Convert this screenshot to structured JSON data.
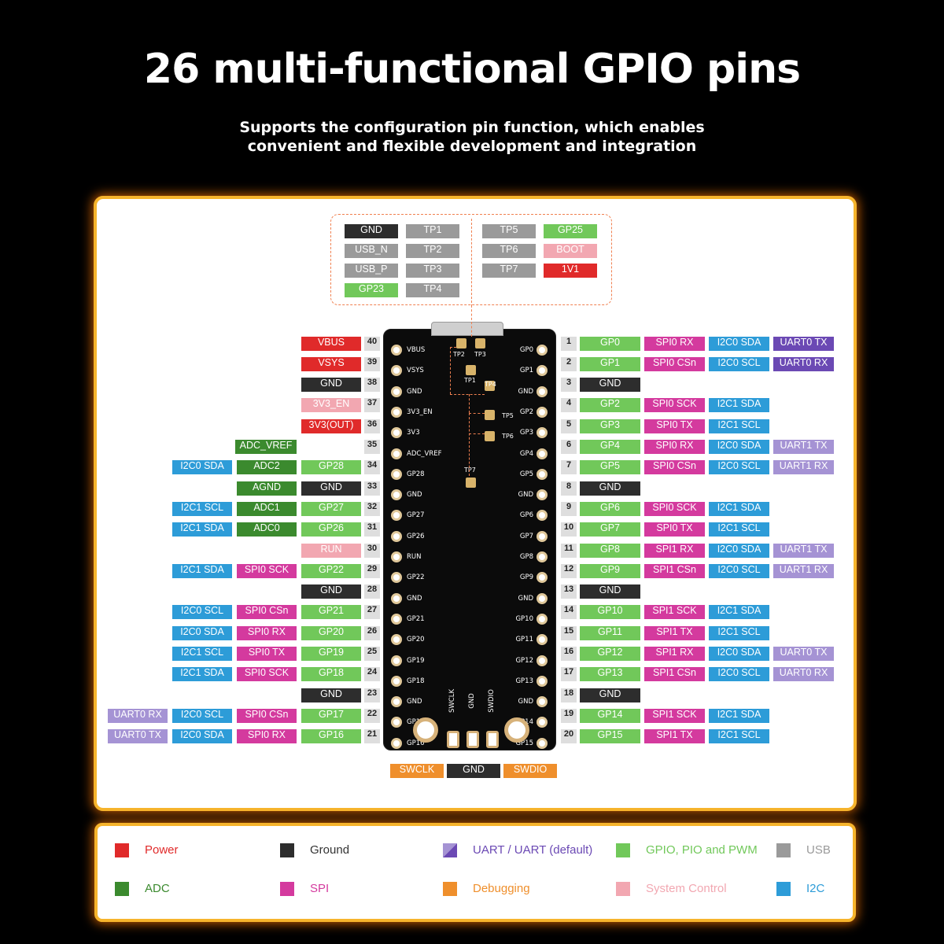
{
  "header": {
    "title": "26 multi-functional GPIO pins",
    "subtitle": "Supports the configuration pin function, which enables convenient and flexible development and integration"
  },
  "colors": {
    "power": "#e02a2a",
    "ground": "#2d2d2d",
    "uart": "#6b49b4",
    "uart_default": "#a593d4",
    "gpio": "#71c85a",
    "usb": "#9a9a9a",
    "adc": "#3b8a2e",
    "spi": "#d43a9e",
    "debug": "#ef8f2c",
    "sysctl": "#f2a7b1",
    "i2c": "#2d9cd8",
    "testpoint": "#9a9a9a"
  },
  "board": {
    "top_pads": [
      "TP2",
      "TP3",
      "TP1",
      "TP4",
      "TP5",
      "TP6",
      "TP7"
    ],
    "bottom_silk": [
      "SWCLK",
      "GND",
      "SWDIO"
    ]
  },
  "top_box": {
    "left": [
      {
        "text": "GND",
        "t": "ground"
      },
      {
        "text": "TP1",
        "t": "testpoint"
      },
      {
        "text": "USB_N",
        "t": "usb"
      },
      {
        "text": "TP2",
        "t": "testpoint"
      },
      {
        "text": "USB_P",
        "t": "usb"
      },
      {
        "text": "TP3",
        "t": "testpoint"
      },
      {
        "text": "GP23",
        "t": "gpio"
      },
      {
        "text": "TP4",
        "t": "testpoint"
      }
    ],
    "right": [
      {
        "text": "TP5",
        "t": "testpoint"
      },
      {
        "text": "GP25",
        "t": "gpio"
      },
      {
        "text": "TP6",
        "t": "testpoint"
      },
      {
        "text": "BOOT",
        "t": "sysctl"
      },
      {
        "text": "TP7",
        "t": "testpoint"
      },
      {
        "text": "1V1",
        "t": "power"
      }
    ]
  },
  "left_pins": [
    {
      "num": "40",
      "silk": "VBUS",
      "labels": [
        {
          "text": "VBUS",
          "t": "power"
        }
      ]
    },
    {
      "num": "39",
      "silk": "VSYS",
      "labels": [
        {
          "text": "VSYS",
          "t": "power"
        }
      ]
    },
    {
      "num": "38",
      "silk": "GND",
      "labels": [
        {
          "text": "GND",
          "t": "ground"
        }
      ]
    },
    {
      "num": "37",
      "silk": "3V3_EN",
      "labels": [
        {
          "text": "3V3_EN",
          "t": "sysctl"
        }
      ]
    },
    {
      "num": "36",
      "silk": "3V3",
      "labels": [
        {
          "text": "3V3(OUT)",
          "t": "power"
        }
      ]
    },
    {
      "num": "35",
      "silk": "ADC_VREF",
      "labels": [
        {
          "text": "ADC_VREF",
          "t": "adc"
        }
      ]
    },
    {
      "num": "34",
      "silk": "GP28",
      "labels": [
        {
          "text": "GP28",
          "t": "gpio"
        },
        {
          "text": "ADC2",
          "t": "adc"
        },
        {
          "text": "I2C0 SDA",
          "t": "i2c"
        }
      ]
    },
    {
      "num": "33",
      "silk": "GND",
      "labels": [
        {
          "text": "GND",
          "t": "ground"
        },
        {
          "text": "AGND",
          "t": "adc"
        }
      ]
    },
    {
      "num": "32",
      "silk": "GP27",
      "labels": [
        {
          "text": "GP27",
          "t": "gpio"
        },
        {
          "text": "ADC1",
          "t": "adc"
        },
        {
          "text": "I2C1 SCL",
          "t": "i2c"
        }
      ]
    },
    {
      "num": "31",
      "silk": "GP26",
      "labels": [
        {
          "text": "GP26",
          "t": "gpio"
        },
        {
          "text": "ADC0",
          "t": "adc"
        },
        {
          "text": "I2C1 SDA",
          "t": "i2c"
        }
      ]
    },
    {
      "num": "30",
      "silk": "RUN",
      "labels": [
        {
          "text": "RUN",
          "t": "sysctl"
        }
      ]
    },
    {
      "num": "29",
      "silk": "GP22",
      "labels": [
        {
          "text": "GP22",
          "t": "gpio"
        },
        {
          "text": "SPI0 SCK",
          "t": "spi"
        },
        {
          "text": "I2C1 SDA",
          "t": "i2c"
        }
      ]
    },
    {
      "num": "28",
      "silk": "GND",
      "labels": [
        {
          "text": "GND",
          "t": "ground"
        }
      ]
    },
    {
      "num": "27",
      "silk": "GP21",
      "labels": [
        {
          "text": "GP21",
          "t": "gpio"
        },
        {
          "text": "SPI0 CSn",
          "t": "spi"
        },
        {
          "text": "I2C0 SCL",
          "t": "i2c"
        }
      ]
    },
    {
      "num": "26",
      "silk": "GP20",
      "labels": [
        {
          "text": "GP20",
          "t": "gpio"
        },
        {
          "text": "SPI0 RX",
          "t": "spi"
        },
        {
          "text": "I2C0 SDA",
          "t": "i2c"
        }
      ]
    },
    {
      "num": "25",
      "silk": "GP19",
      "labels": [
        {
          "text": "GP19",
          "t": "gpio"
        },
        {
          "text": "SPI0 TX",
          "t": "spi"
        },
        {
          "text": "I2C1 SCL",
          "t": "i2c"
        }
      ]
    },
    {
      "num": "24",
      "silk": "GP18",
      "labels": [
        {
          "text": "GP18",
          "t": "gpio"
        },
        {
          "text": "SPI0 SCK",
          "t": "spi"
        },
        {
          "text": "I2C1 SDA",
          "t": "i2c"
        }
      ]
    },
    {
      "num": "23",
      "silk": "GND",
      "labels": [
        {
          "text": "GND",
          "t": "ground"
        }
      ]
    },
    {
      "num": "22",
      "silk": "GP17",
      "labels": [
        {
          "text": "GP17",
          "t": "gpio"
        },
        {
          "text": "SPI0 CSn",
          "t": "spi"
        },
        {
          "text": "I2C0 SCL",
          "t": "i2c"
        },
        {
          "text": "UART0 RX",
          "t": "uart_default"
        }
      ]
    },
    {
      "num": "21",
      "silk": "GP16",
      "labels": [
        {
          "text": "GP16",
          "t": "gpio"
        },
        {
          "text": "SPI0 RX",
          "t": "spi"
        },
        {
          "text": "I2C0 SDA",
          "t": "i2c"
        },
        {
          "text": "UART0 TX",
          "t": "uart_default"
        }
      ]
    }
  ],
  "right_pins": [
    {
      "num": "1",
      "silk": "GP0",
      "labels": [
        {
          "text": "GP0",
          "t": "gpio"
        },
        {
          "text": "SPI0 RX",
          "t": "spi"
        },
        {
          "text": "I2C0 SDA",
          "t": "i2c"
        },
        {
          "text": "UART0 TX",
          "t": "uart"
        }
      ]
    },
    {
      "num": "2",
      "silk": "GP1",
      "labels": [
        {
          "text": "GP1",
          "t": "gpio"
        },
        {
          "text": "SPI0 CSn",
          "t": "spi"
        },
        {
          "text": "I2C0 SCL",
          "t": "i2c"
        },
        {
          "text": "UART0 RX",
          "t": "uart"
        }
      ]
    },
    {
      "num": "3",
      "silk": "GND",
      "labels": [
        {
          "text": "GND",
          "t": "ground"
        }
      ]
    },
    {
      "num": "4",
      "silk": "GP2",
      "labels": [
        {
          "text": "GP2",
          "t": "gpio"
        },
        {
          "text": "SPI0 SCK",
          "t": "spi"
        },
        {
          "text": "I2C1 SDA",
          "t": "i2c"
        }
      ]
    },
    {
      "num": "5",
      "silk": "GP3",
      "labels": [
        {
          "text": "GP3",
          "t": "gpio"
        },
        {
          "text": "SPI0 TX",
          "t": "spi"
        },
        {
          "text": "I2C1 SCL",
          "t": "i2c"
        }
      ]
    },
    {
      "num": "6",
      "silk": "GP4",
      "labels": [
        {
          "text": "GP4",
          "t": "gpio"
        },
        {
          "text": "SPI0 RX",
          "t": "spi"
        },
        {
          "text": "I2C0 SDA",
          "t": "i2c"
        },
        {
          "text": "UART1 TX",
          "t": "uart_default"
        }
      ]
    },
    {
      "num": "7",
      "silk": "GP5",
      "labels": [
        {
          "text": "GP5",
          "t": "gpio"
        },
        {
          "text": "SPI0 CSn",
          "t": "spi"
        },
        {
          "text": "I2C0 SCL",
          "t": "i2c"
        },
        {
          "text": "UART1 RX",
          "t": "uart_default"
        }
      ]
    },
    {
      "num": "8",
      "silk": "GND",
      "labels": [
        {
          "text": "GND",
          "t": "ground"
        }
      ]
    },
    {
      "num": "9",
      "silk": "GP6",
      "labels": [
        {
          "text": "GP6",
          "t": "gpio"
        },
        {
          "text": "SPI0 SCK",
          "t": "spi"
        },
        {
          "text": "I2C1 SDA",
          "t": "i2c"
        }
      ]
    },
    {
      "num": "10",
      "silk": "GP7",
      "labels": [
        {
          "text": "GP7",
          "t": "gpio"
        },
        {
          "text": "SPI0 TX",
          "t": "spi"
        },
        {
          "text": "I2C1 SCL",
          "t": "i2c"
        }
      ]
    },
    {
      "num": "11",
      "silk": "GP8",
      "labels": [
        {
          "text": "GP8",
          "t": "gpio"
        },
        {
          "text": "SPI1 RX",
          "t": "spi"
        },
        {
          "text": "I2C0 SDA",
          "t": "i2c"
        },
        {
          "text": "UART1 TX",
          "t": "uart_default"
        }
      ]
    },
    {
      "num": "12",
      "silk": "GP9",
      "labels": [
        {
          "text": "GP9",
          "t": "gpio"
        },
        {
          "text": "SPI1 CSn",
          "t": "spi"
        },
        {
          "text": "I2C0 SCL",
          "t": "i2c"
        },
        {
          "text": "UART1 RX",
          "t": "uart_default"
        }
      ]
    },
    {
      "num": "13",
      "silk": "GND",
      "labels": [
        {
          "text": "GND",
          "t": "ground"
        }
      ]
    },
    {
      "num": "14",
      "silk": "GP10",
      "labels": [
        {
          "text": "GP10",
          "t": "gpio"
        },
        {
          "text": "SPI1 SCK",
          "t": "spi"
        },
        {
          "text": "I2C1 SDA",
          "t": "i2c"
        }
      ]
    },
    {
      "num": "15",
      "silk": "GP11",
      "labels": [
        {
          "text": "GP11",
          "t": "gpio"
        },
        {
          "text": "SPI1 TX",
          "t": "spi"
        },
        {
          "text": "I2C1 SCL",
          "t": "i2c"
        }
      ]
    },
    {
      "num": "16",
      "silk": "GP12",
      "labels": [
        {
          "text": "GP12",
          "t": "gpio"
        },
        {
          "text": "SPI1 RX",
          "t": "spi"
        },
        {
          "text": "I2C0 SDA",
          "t": "i2c"
        },
        {
          "text": "UART0 TX",
          "t": "uart_default"
        }
      ]
    },
    {
      "num": "17",
      "silk": "GP13",
      "labels": [
        {
          "text": "GP13",
          "t": "gpio"
        },
        {
          "text": "SPI1 CSn",
          "t": "spi"
        },
        {
          "text": "I2C0 SCL",
          "t": "i2c"
        },
        {
          "text": "UART0 RX",
          "t": "uart_default"
        }
      ]
    },
    {
      "num": "18",
      "silk": "GND",
      "labels": [
        {
          "text": "GND",
          "t": "ground"
        }
      ]
    },
    {
      "num": "19",
      "silk": "GP14",
      "labels": [
        {
          "text": "GP14",
          "t": "gpio"
        },
        {
          "text": "SPI1 SCK",
          "t": "spi"
        },
        {
          "text": "I2C1 SDA",
          "t": "i2c"
        }
      ]
    },
    {
      "num": "20",
      "silk": "GP15",
      "labels": [
        {
          "text": "GP15",
          "t": "gpio"
        },
        {
          "text": "SPI1 TX",
          "t": "spi"
        },
        {
          "text": "I2C1 SCL",
          "t": "i2c"
        }
      ]
    }
  ],
  "bottom_pins": [
    {
      "text": "SWCLK",
      "t": "debug"
    },
    {
      "text": "GND",
      "t": "ground"
    },
    {
      "text": "SWDIO",
      "t": "debug"
    }
  ],
  "legend": [
    {
      "key": "power",
      "label": "Power",
      "color": "#e02a2a"
    },
    {
      "key": "ground",
      "label": "Ground",
      "color": "#2d2d2d"
    },
    {
      "key": "uart",
      "label": "UART / UART (default)",
      "color": "#6b49b4"
    },
    {
      "key": "gpio",
      "label": "GPIO, PIO and PWM",
      "color": "#71c85a"
    },
    {
      "key": "usb",
      "label": "USB",
      "color": "#9a9a9a"
    },
    {
      "key": "adc",
      "label": "ADC",
      "color": "#3b8a2e"
    },
    {
      "key": "spi",
      "label": "SPI",
      "color": "#d43a9e"
    },
    {
      "key": "debug",
      "label": "Debugging",
      "color": "#ef8f2c"
    },
    {
      "key": "sysctl",
      "label": "System Control",
      "color": "#f2a7b1"
    },
    {
      "key": "i2c",
      "label": "I2C",
      "color": "#2d9cd8"
    }
  ]
}
